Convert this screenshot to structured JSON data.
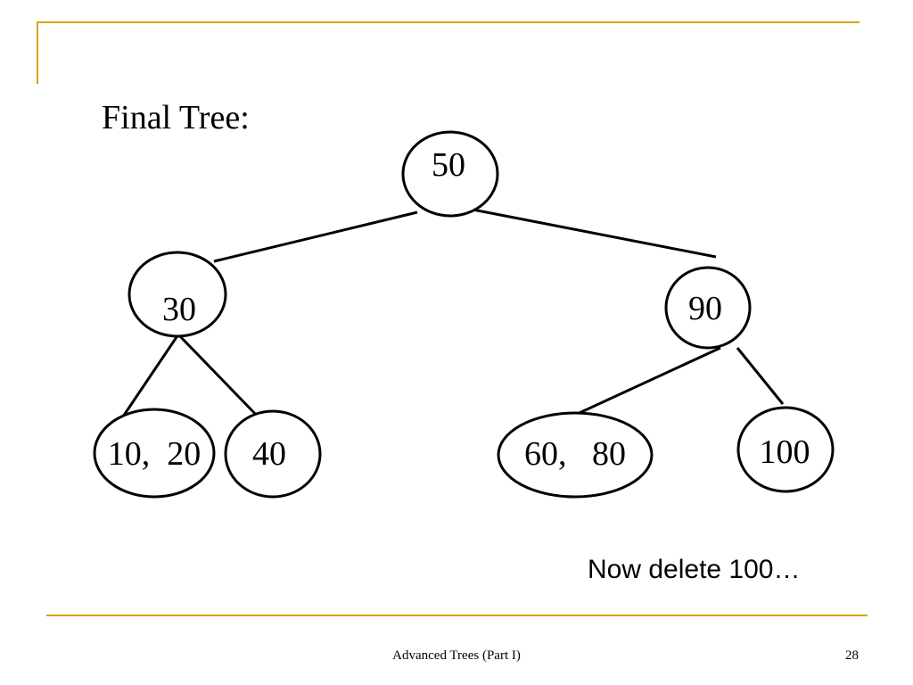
{
  "slide": {
    "title": "Final Tree:",
    "note": "Now delete 100…",
    "footer_title": "Advanced Trees (Part I)",
    "page_number": "28"
  },
  "colors": {
    "accent": "#d9a21a",
    "ink": "#000000"
  },
  "tree": {
    "nodes": [
      {
        "id": "n50",
        "label": "50",
        "parent": null
      },
      {
        "id": "n30",
        "label": "30",
        "parent": "n50"
      },
      {
        "id": "n90",
        "label": "90",
        "parent": "n50"
      },
      {
        "id": "n10-20",
        "label": "10,  20",
        "parent": "n30"
      },
      {
        "id": "n40",
        "label": "40",
        "parent": "n30"
      },
      {
        "id": "n60-80",
        "label": "60,   80",
        "parent": "n90"
      },
      {
        "id": "n100",
        "label": "100",
        "parent": "n90"
      }
    ]
  }
}
